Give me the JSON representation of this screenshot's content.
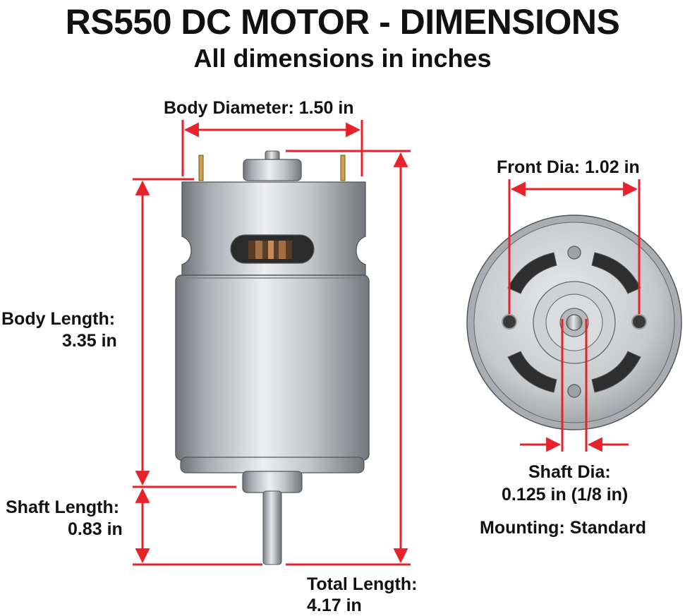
{
  "title": "RS550 DC MOTOR - DIMENSIONS",
  "subtitle": "All dimensions in inches",
  "labels": {
    "body_diameter": "Body Diameter: 1.50 in",
    "front_dia": "Front Dia: 1.02 in",
    "body_length_1": "Body Length:",
    "body_length_2": "3.35 in",
    "shaft_length_1": "Shaft Length:",
    "shaft_length_2": "0.83 in",
    "total_length_1": "Total Length:",
    "total_length_2": "4.17 in",
    "shaft_dia_1": "Shaft Dia:",
    "shaft_dia_2": "0.125 in (1/8 in)",
    "mounting": "Mounting: Standard"
  },
  "colors": {
    "dimension_line": "#e8222b",
    "motor_metal": "#b8bcc0",
    "text": "#111111"
  }
}
